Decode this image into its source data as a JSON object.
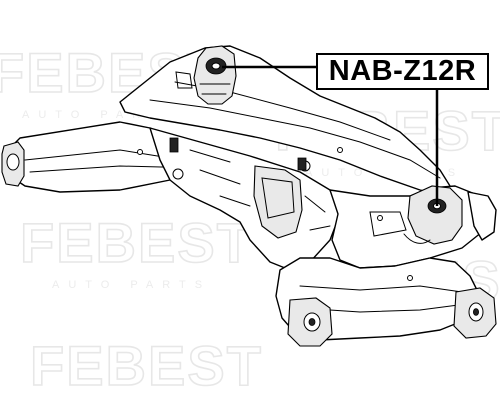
{
  "watermark": {
    "brand": "FEBEST",
    "tagline": "AUTO PARTS"
  },
  "part_label": {
    "code": "NAB-Z12R"
  },
  "colors": {
    "outline": "#000000",
    "watermark": "#e7e7e7",
    "background": "#ffffff"
  }
}
